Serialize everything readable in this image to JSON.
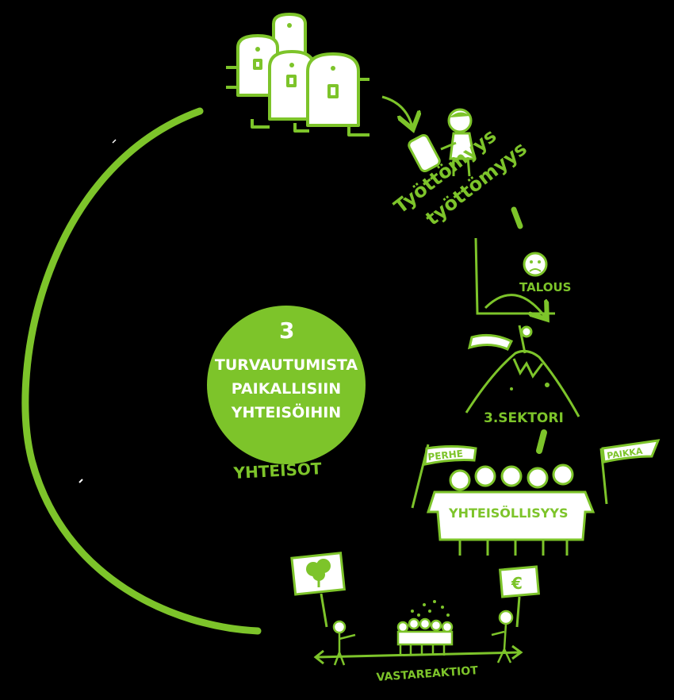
{
  "colors": {
    "background": "#000000",
    "accent": "#7dc42a",
    "paper": "#ffffff"
  },
  "center": {
    "number": "3",
    "line1": "TURVAUTUMISTA",
    "line2": "PAIKALLISIIN",
    "line3": "YHTEISÖIHIN"
  },
  "labels": {
    "communities": "YHTEISÖT",
    "unemployed_1": "Työttömyys",
    "unemployed_2": "työttömyys",
    "economy": "TALOUS",
    "third_sector": "3.SEKTORI",
    "community_spirit": "YHTEISÖLLISYYS",
    "flag_left": "PERHE",
    "flag_right": "PAIKKA",
    "counter_reactions": "VASTAREAKTIOT",
    "euro_sign": "€"
  },
  "icons": {
    "factories": "factory-buildings-icon",
    "worker": "worker-with-roll-icon",
    "sad_face": "sad-face-icon",
    "economy_chart": "declining-curve-icon",
    "mountain": "mountain-with-flag-icon",
    "people_banner": "people-holding-banner-icon",
    "protesters": "protest-crowd-icon",
    "tree_sign": "tree-protest-sign-icon",
    "euro_sign_board": "euro-protest-sign-icon"
  }
}
